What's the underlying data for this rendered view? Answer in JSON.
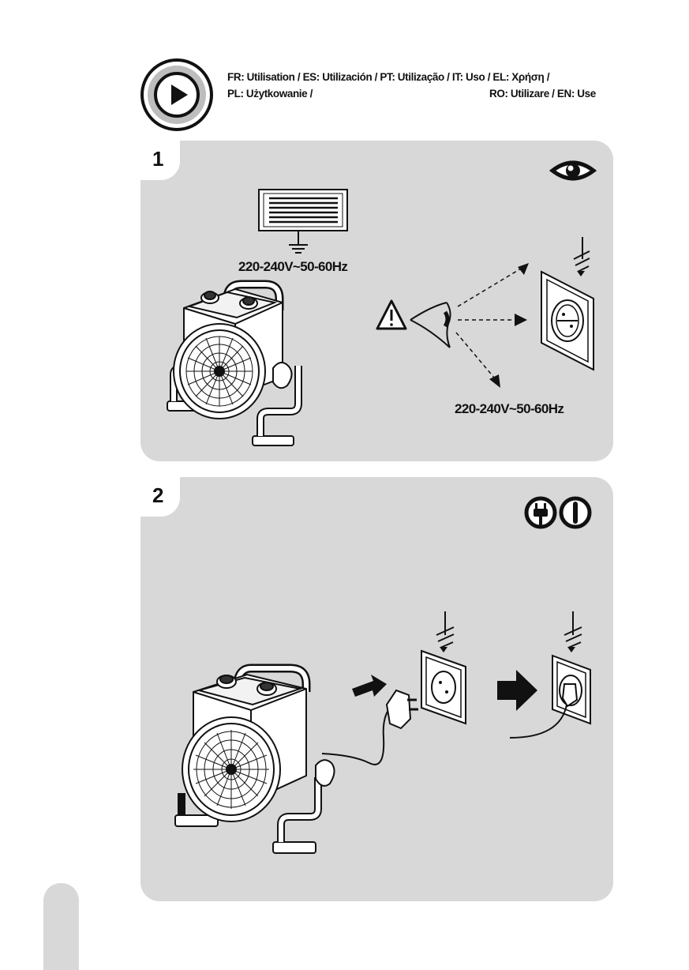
{
  "header": {
    "line1": [
      {
        "code": "FR",
        "text": ": Utilisation / "
      },
      {
        "code": "ES",
        "text": ": Utilización  / "
      },
      {
        "code": "PT",
        "text": ": Utilização / "
      },
      {
        "code": "IT",
        "text": ": Uso / "
      },
      {
        "code": "EL",
        "text": ": Χρήση /"
      }
    ],
    "line2_left": [
      {
        "code": "PL",
        "text": ": Użytkowanie /"
      }
    ],
    "line2_right": [
      {
        "code": "RO",
        "text": ": Utilizare / "
      },
      {
        "code": "EN",
        "text": ": Use"
      }
    ]
  },
  "steps": [
    {
      "number": "1",
      "voltage_top": "220-240V~50-60Hz",
      "voltage_bottom": "220-240V~50-60Hz"
    },
    {
      "number": "2"
    }
  ],
  "colors": {
    "panel": "#d8d8d8",
    "ink": "#111111"
  },
  "icons": [
    "play-icon",
    "eye-icon",
    "plug-icon",
    "power-icon",
    "warning-icon",
    "ground-icon",
    "heater-fan"
  ]
}
